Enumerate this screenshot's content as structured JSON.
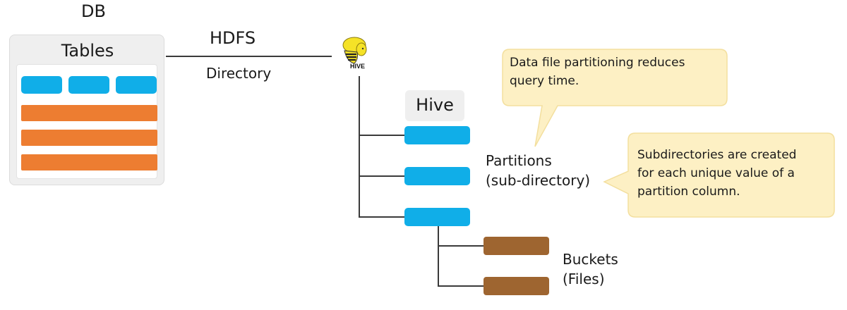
{
  "db": {
    "title": "DB",
    "tables_title": "Tables",
    "column_chips": 3,
    "row_bars": 3
  },
  "hdfs": {
    "label": "HDFS",
    "sublabel": "Directory"
  },
  "hive": {
    "logo": "hive-bee-elephant-logo",
    "logo_text": "HIVE",
    "table_label": "Hive",
    "partition_count": 3
  },
  "partitions": {
    "line1": "Partitions",
    "line2": "(sub-directory)"
  },
  "buckets": {
    "line1": "Buckets",
    "line2": "(Files)",
    "count": 2
  },
  "callouts": [
    {
      "line1": "Data file partitioning reduces",
      "line2": "query time."
    },
    {
      "line1": "Subdirectories are created",
      "line2": "for each unique value of a",
      "line3": "partition column."
    }
  ],
  "colors": {
    "column_chip": "#10aee8",
    "row_bar": "#ed7d31",
    "bucket": "#9e6530",
    "callout_fill": "#fdf0c4",
    "callout_stroke": "#f3df9e",
    "box_bg": "#efefef"
  }
}
